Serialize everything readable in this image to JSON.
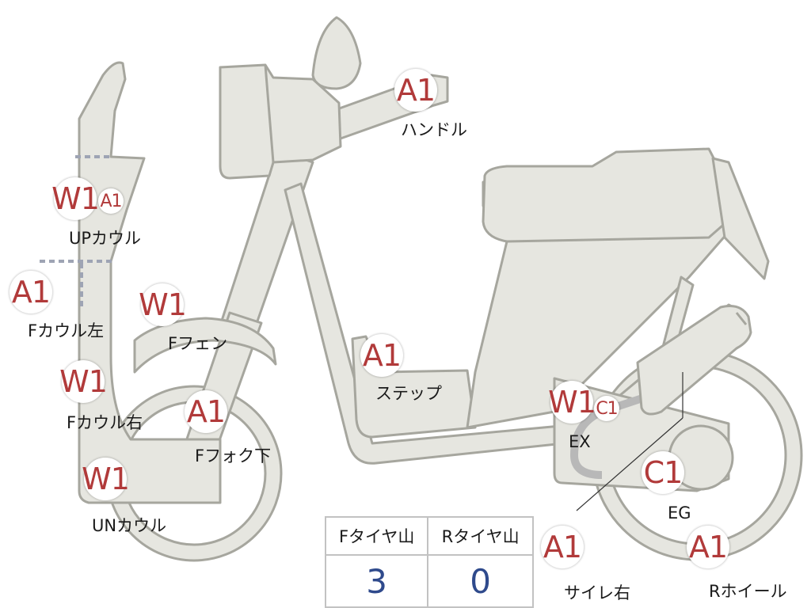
{
  "markers": {
    "handle": "A1",
    "up_cowl_w": "W1",
    "up_cowl_a": "A1",
    "f_cowl_left": "A1",
    "f_fender": "W1",
    "step": "A1",
    "f_cowl_right": "W1",
    "f_fork_lower": "A1",
    "ex_w": "W1",
    "ex_c": "C1",
    "un_cowl": "W1",
    "eg": "C1",
    "silencer_right": "A1",
    "r_wheel": "A1"
  },
  "labels": {
    "handle": "ハンドル",
    "up_cowl": "UPカウル",
    "f_cowl_left": "Fカウル左",
    "f_fender": "Fフェン",
    "step": "ステップ",
    "f_cowl_right": "Fカウル右",
    "f_fork_lower": "Fフォク下",
    "ex": "EX",
    "un_cowl": "UNカウル",
    "eg": "EG",
    "silencer_right": "サイレ右",
    "r_wheel": "Rホイール"
  },
  "tire_table": {
    "headers": [
      "Fタイヤ山",
      "Rタイヤ山"
    ],
    "values": [
      "3",
      "0"
    ]
  },
  "colors": {
    "marker_text": "#b13a3a",
    "value_text": "#2f4a8c",
    "part_fill": "#e6e6e0",
    "part_stroke": "#a6a69e"
  }
}
